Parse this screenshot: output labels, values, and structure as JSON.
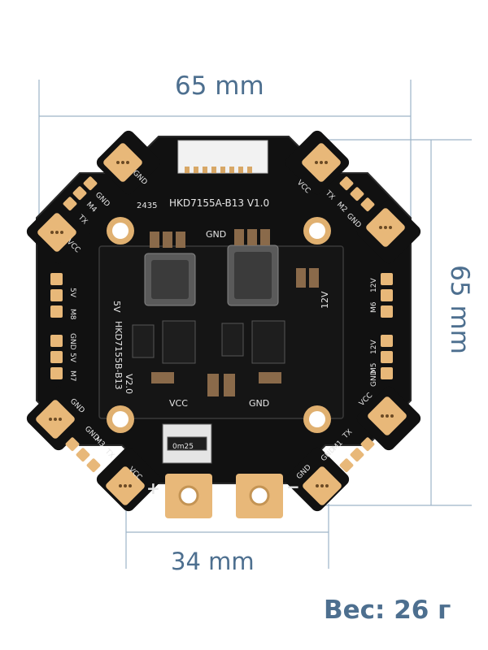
{
  "dimensions": {
    "width_label": "65 mm",
    "height_label": "65 mm",
    "mount_label": "34 mm"
  },
  "weight_label": "Вес: 26 г",
  "board": {
    "model_top": "HKD7155A-B13  V1.0",
    "model_side": "HKD7155B-B13",
    "version_side": "V2.0",
    "code": "2435",
    "chip_mark": "0m25",
    "pins": {
      "gnd": "GND",
      "vcc": "VCC",
      "tx": "TX",
      "v5": "5V",
      "v12": "12V",
      "plus": "+",
      "minus": "−",
      "m1": "M1",
      "m2": "M2",
      "m3": "M3",
      "m4": "M4",
      "m5": "M5",
      "m6": "M6",
      "m7": "M7",
      "m8": "M8"
    }
  },
  "colors": {
    "dimension_text": "#4d6f8f",
    "board": "#111111",
    "pad": "#e8b879"
  }
}
